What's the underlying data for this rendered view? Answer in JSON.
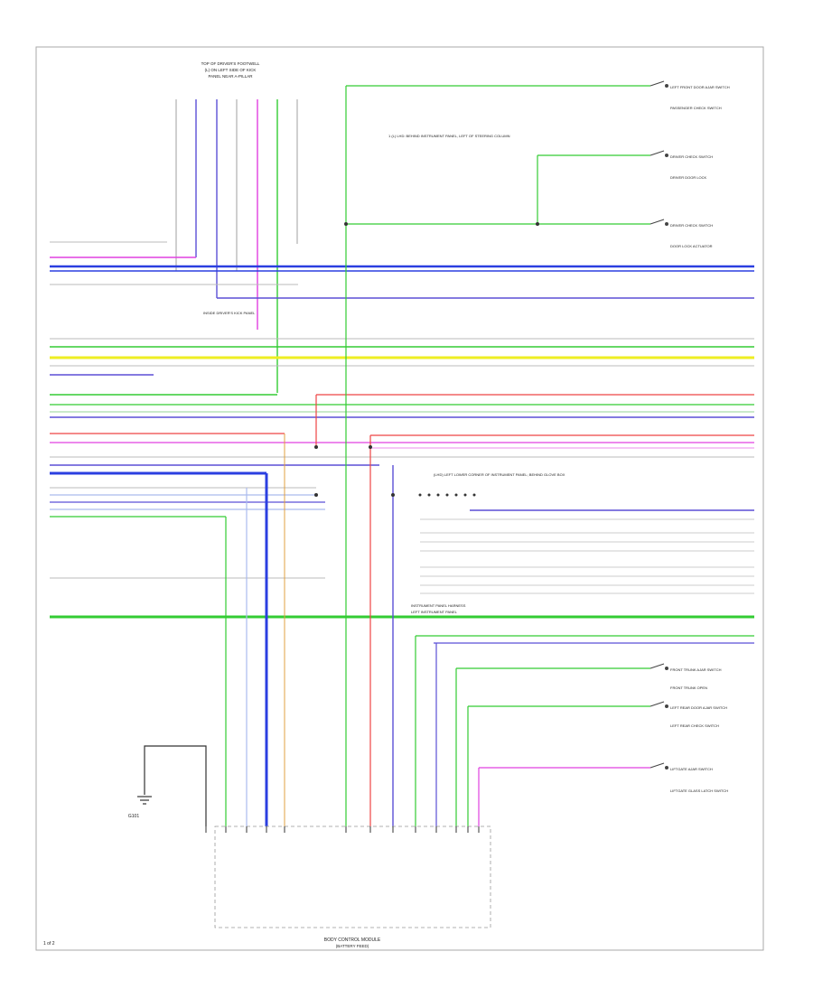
{
  "page_label": "1 of 2",
  "top_connector": {
    "title_lines": [
      "TOP OF DRIVER'S FOOTWELL",
      "(L) ON LEFT SIDE OF KICK",
      "PANEL NEAR A-PILLAR"
    ]
  },
  "upper_note": "1 (L) LHD: BEHIND INSTRUMENT PANEL, LEFT OF STEERING COLUMN",
  "lower_note": "(LHD) LEFT LOWER CORNER OF INSTRUMENT PANEL; BEHIND GLOVE BOX",
  "left_note": "INSIDE DRIVER'S KICK PANEL",
  "dash_harness_label": [
    "INSTRUMENT PANEL HARNESS",
    "LEFT INSTRUMENT PANEL"
  ],
  "switches": [
    {
      "title": "LEFT FRONT DOOR AJAR SWITCH",
      "subtitle": "PASSENGER CHECK SWITCH"
    },
    {
      "title": "DRIVER CHECK SWITCH",
      "subtitle": "DRIVER DOOR LOCK"
    },
    {
      "title": "DRIVER CHECK SWITCH",
      "subtitle": "DOOR LOCK ACTUATOR"
    },
    {
      "title": "FRONT TRUNK AJAR SWITCH",
      "subtitle": "FRONT TRUNK OPEN"
    },
    {
      "title": "LEFT REAR DOOR AJAR SWITCH",
      "subtitle": "LEFT REAR CHECK SWITCH"
    },
    {
      "title": "LIFTGATE AJAR SWITCH",
      "subtitle": "LIFTGATE GLASS LATCH SWITCH"
    }
  ],
  "module": {
    "name": "BODY CONTROL MODULE",
    "subtitle": "(BATTERY FEED)"
  },
  "ground_label": "G101"
}
